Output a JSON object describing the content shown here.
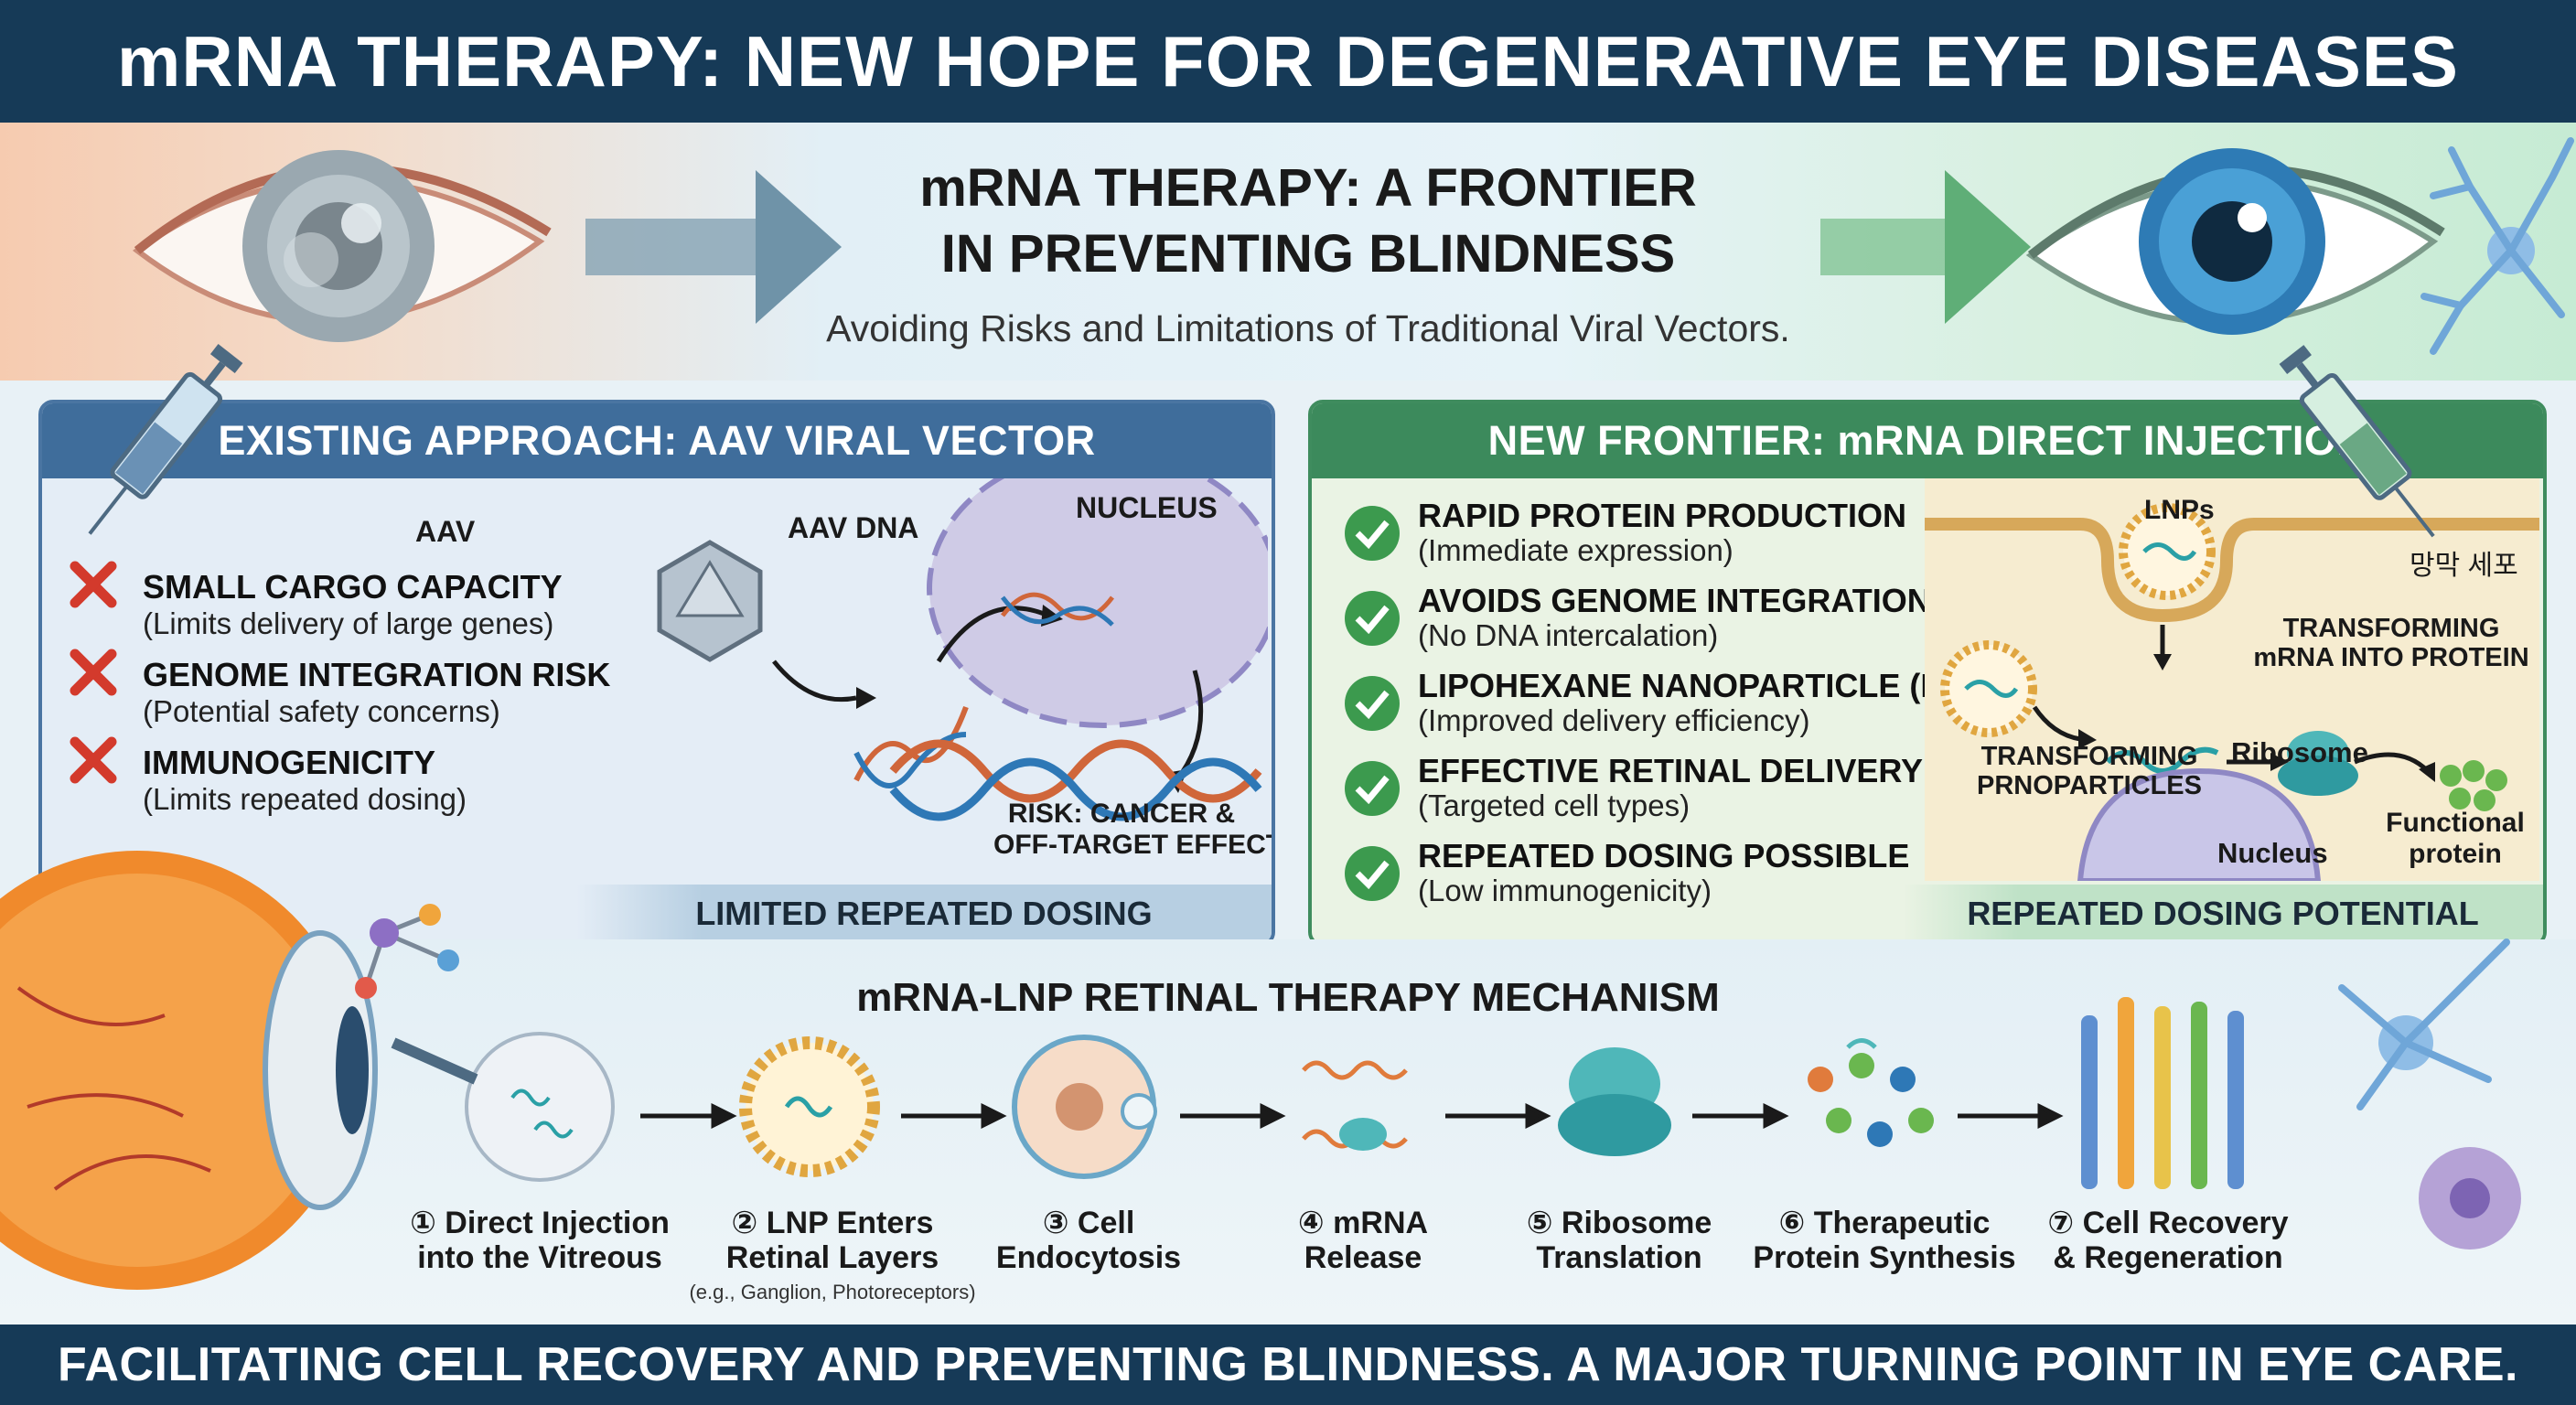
{
  "header": {
    "title": "mRNA THERAPY: NEW HOPE FOR DEGENERATIVE EYE DISEASES"
  },
  "hero": {
    "title_line1": "mRNA THERAPY: A FRONTIER",
    "title_line2": "IN PREVENTING BLINDNESS",
    "subtitle": "Avoiding Risks and Limitations of Traditional Viral Vectors."
  },
  "aav_panel": {
    "title": "EXISTING APPROACH: AAV VIRAL VECTOR",
    "items": [
      {
        "title": "SMALL CARGO CAPACITY",
        "subtitle": "(Limits delivery of large genes)"
      },
      {
        "title": "GENOME INTEGRATION RISK",
        "subtitle": "(Potential safety concerns)"
      },
      {
        "title": "IMMUNOGENICITY",
        "subtitle": "(Limits repeated dosing)"
      }
    ],
    "diagram": {
      "capsid_label": "AAV",
      "dna_label": "AAV DNA",
      "nucleus_label": "NUCLEUS",
      "risk_line1": "RISK: CANCER &",
      "risk_line2": "OFF-TARGET EFFECTS"
    },
    "footer": "LIMITED REPEATED DOSING"
  },
  "mrna_panel": {
    "title": "NEW FRONTIER: mRNA DIRECT INJECTION",
    "items": [
      {
        "title": "RAPID PROTEIN PRODUCTION",
        "subtitle": "(Immediate expression)"
      },
      {
        "title": "AVOIDS GENOME INTEGRATION",
        "subtitle": "(No DNA intercalation)"
      },
      {
        "title": "LIPOHEXANE NANOPARTICLE (LNP)",
        "subtitle": "(Improved delivery efficiency)"
      },
      {
        "title": "EFFECTIVE RETINAL DELIVERY",
        "subtitle": "(Targeted cell types)"
      },
      {
        "title": "REPEATED DOSING POSSIBLE",
        "subtitle": "(Low immunogenicity)"
      }
    ],
    "diagram": {
      "lnps_label": "LNPs",
      "membrane_label": "망막 세포",
      "transform_line1": "TRANSFORMING",
      "transform_line2": "mRNA INTO PROTEIN",
      "pr_line1": "TRANSFORMING",
      "pr_line2": "PRNOPARTICLES",
      "ribosome_label": "Ribosome",
      "nucleus_label": "Nucleus",
      "protein_line1": "Functional",
      "protein_line2": "protein"
    },
    "footer": "REPEATED DOSING POTENTIAL"
  },
  "mechanism": {
    "title": "mRNA-LNP RETINAL THERAPY MECHANISM",
    "steps": [
      {
        "line1": "① Direct Injection",
        "line2": "into the Vitreous"
      },
      {
        "line1": "② LNP Enters",
        "line2": "Retinal Layers"
      },
      {
        "line1": "③ Cell",
        "line2": "Endocytosis"
      },
      {
        "line1": "④ mRNA",
        "line2": "Release"
      },
      {
        "line1": "⑤ Ribosome",
        "line2": "Translation"
      },
      {
        "line1": "⑥ Therapeutic",
        "line2": "Protein Synthesis"
      },
      {
        "line1": "⑦ Cell Recovery",
        "line2": "& Regeneration"
      }
    ],
    "step2_note": "(e.g., Ganglion, Photoreceptors)"
  },
  "footer": {
    "text": "FACILITATING CELL RECOVERY AND PREVENTING BLINDNESS. A MAJOR TURNING POINT IN EYE CARE."
  },
  "colors": {
    "navy": "#163a57",
    "aav_blue": "#3f6d9b",
    "mrna_green": "#3c8a5c",
    "cross_red": "#d33a2c",
    "check_green": "#3c9a4e"
  }
}
